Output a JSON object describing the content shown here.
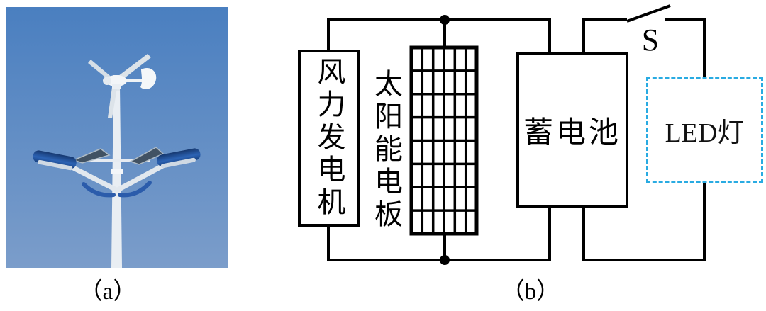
{
  "figure": {
    "caption_a": "（a）",
    "caption_b": "（b）"
  },
  "photo": {
    "subject": "wind-solar-hybrid-street-lamp",
    "sky_top_color": "#4a7fc0",
    "sky_bottom_color": "#7b9dca"
  },
  "circuit": {
    "components": {
      "wind_generator": {
        "label": "风力发电机"
      },
      "solar_panel": {
        "label": "太阳能电板",
        "grid_columns": 6,
        "grid_rows": 8
      },
      "battery": {
        "label": "蓄电池"
      },
      "led_lamp": {
        "label": "LED灯"
      },
      "switch": {
        "label": "S"
      }
    },
    "colors": {
      "wire": "#000000",
      "led_dashed_border": "#29abe2"
    }
  }
}
